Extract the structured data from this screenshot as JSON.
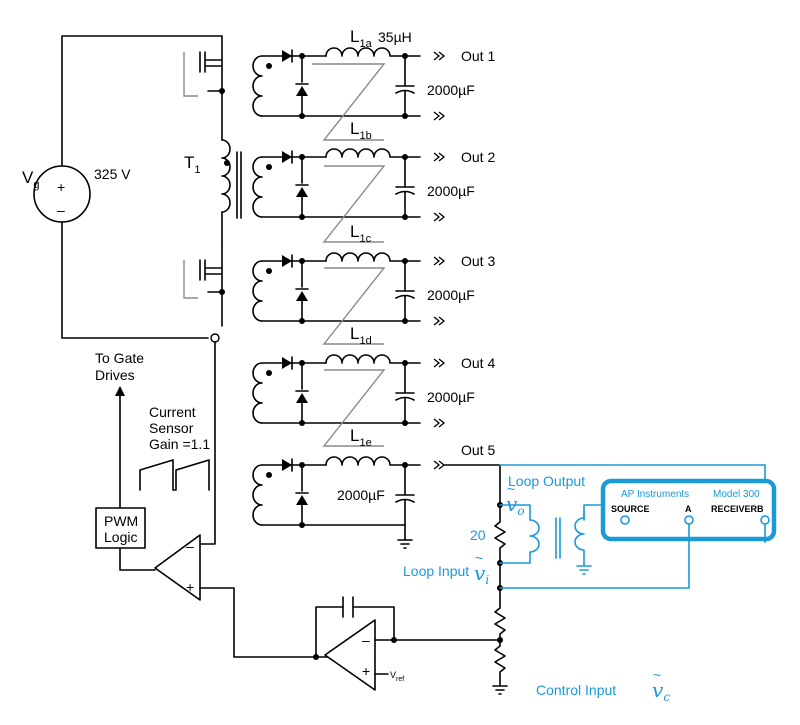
{
  "source": {
    "name": "V",
    "sub": "g",
    "voltage": "325 V",
    "plus": "+",
    "minus": "–"
  },
  "transformer": {
    "name": "T",
    "sub": "1"
  },
  "inductors": [
    {
      "name": "L",
      "sub": "1a",
      "value": "35µH"
    },
    {
      "name": "L",
      "sub": "1b"
    },
    {
      "name": "L",
      "sub": "1c"
    },
    {
      "name": "L",
      "sub": "1d"
    },
    {
      "name": "L",
      "sub": "1e"
    }
  ],
  "capacitor_value": "2000µF",
  "outputs": [
    "Out 1",
    "Out 2",
    "Out 3",
    "Out 4",
    "Out 5"
  ],
  "gate": {
    "line1": "To Gate",
    "line2": "Drives"
  },
  "current_sensor": {
    "line1": "Current",
    "line2": "Sensor",
    "line3": "Gain =1.1"
  },
  "pwm": {
    "line1": "PWM",
    "line2": "Logic"
  },
  "comparator": {
    "minus": "–",
    "plus": "+"
  },
  "error_amp": {
    "minus": "–",
    "plus": "+",
    "vref": "V",
    "vref_sub": "ref"
  },
  "injection": {
    "resistor": "20",
    "loop_output": "Loop Output",
    "loop_input": "Loop Input",
    "control_input": "Control Input",
    "vo": "v",
    "vo_sub": "o",
    "vi": "v",
    "vi_sub": "i",
    "vc": "v",
    "vc_sub": "c",
    "tilde": "~"
  },
  "analyzer": {
    "brand": "AP Instruments",
    "model": "Model 300",
    "source": "SOURCE",
    "a": "A",
    "receiver": "RECEIVER",
    "b": "B"
  }
}
